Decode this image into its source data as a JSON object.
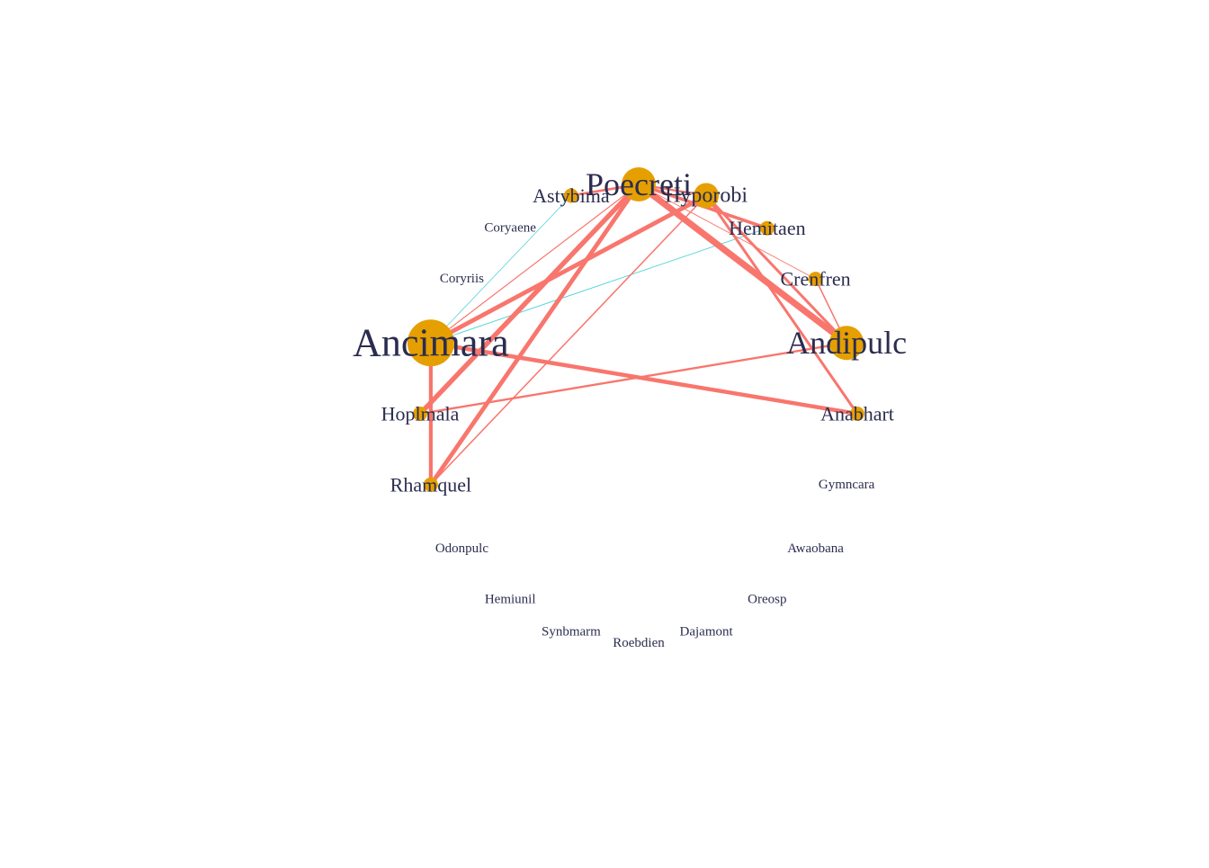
{
  "diagram": {
    "type": "network",
    "layout": "circle",
    "colors": {
      "positive_edge": "#f8766d",
      "negative_edge": "#00bfc4",
      "node": "#e69f00",
      "label": "#2b2d4f",
      "background": "#ffffff"
    },
    "nodes": [
      {
        "id": "Poecreti",
        "label": "Poecreti",
        "size": 4
      },
      {
        "id": "Hyporobi",
        "label": "Hyporobi",
        "size": 3
      },
      {
        "id": "Hemitaen",
        "label": "Hemitaen",
        "size": 2
      },
      {
        "id": "Crenfren",
        "label": "Crenfren",
        "size": 2
      },
      {
        "id": "Andipulc",
        "label": "Andipulc",
        "size": 4
      },
      {
        "id": "Anabhart",
        "label": "Anabhart",
        "size": 2
      },
      {
        "id": "Gymncara",
        "label": "Gymncara",
        "size": 0
      },
      {
        "id": "Awaobana",
        "label": "Awaobana",
        "size": 0
      },
      {
        "id": "Oreosp",
        "label": "Oreosp",
        "size": 0
      },
      {
        "id": "Dajamont",
        "label": "Dajamont",
        "size": 0
      },
      {
        "id": "Roebdien",
        "label": "Roebdien",
        "size": 0
      },
      {
        "id": "Synbmarm",
        "label": "Synbmarm",
        "size": 0
      },
      {
        "id": "Hemiunil",
        "label": "Hemiunil",
        "size": 0
      },
      {
        "id": "Odonpulc",
        "label": "Odonpulc",
        "size": 0
      },
      {
        "id": "Rhamquel",
        "label": "Rhamquel",
        "size": 2
      },
      {
        "id": "Hoplmala",
        "label": "Hoplmala",
        "size": 2
      },
      {
        "id": "Ancimara",
        "label": "Ancimara",
        "size": 5
      },
      {
        "id": "Coryriis",
        "label": "Coryriis",
        "size": 0
      },
      {
        "id": "Coryaene",
        "label": "Coryaene",
        "size": 0
      },
      {
        "id": "Astybima",
        "label": "Astybima",
        "size": 2
      }
    ],
    "edges": [
      {
        "source": "Ancimara",
        "target": "Hyporobi",
        "weight": 3.2,
        "sign": "positive"
      },
      {
        "source": "Ancimara",
        "target": "Poecreti",
        "weight": 0.8,
        "sign": "positive"
      },
      {
        "source": "Ancimara",
        "target": "Anabhart",
        "weight": 3.0,
        "sign": "positive"
      },
      {
        "source": "Ancimara",
        "target": "Rhamquel",
        "weight": 2.8,
        "sign": "positive"
      },
      {
        "source": "Ancimara",
        "target": "Hemitaen",
        "weight": 0.6,
        "sign": "negative"
      },
      {
        "source": "Ancimara",
        "target": "Astybima",
        "weight": 0.5,
        "sign": "negative"
      },
      {
        "source": "Poecreti",
        "target": "Hoplmala",
        "weight": 3.6,
        "sign": "positive"
      },
      {
        "source": "Poecreti",
        "target": "Rhamquel",
        "weight": 3.2,
        "sign": "positive"
      },
      {
        "source": "Poecreti",
        "target": "Andipulc",
        "weight": 4.8,
        "sign": "positive"
      },
      {
        "source": "Poecreti",
        "target": "Hemitaen",
        "weight": 2.4,
        "sign": "positive"
      },
      {
        "source": "Poecreti",
        "target": "Crenfren",
        "weight": 0.6,
        "sign": "positive"
      },
      {
        "source": "Poecreti",
        "target": "Astybima",
        "weight": 1.8,
        "sign": "positive"
      },
      {
        "source": "Hyporobi",
        "target": "Rhamquel",
        "weight": 1.0,
        "sign": "positive"
      },
      {
        "source": "Hyporobi",
        "target": "Anabhart",
        "weight": 2.0,
        "sign": "positive"
      },
      {
        "source": "Hyporobi",
        "target": "Andipulc",
        "weight": 2.0,
        "sign": "positive"
      },
      {
        "source": "Hyporobi",
        "target": "Poecreti",
        "weight": 1.5,
        "sign": "positive"
      },
      {
        "source": "Andipulc",
        "target": "Hoplmala",
        "weight": 1.6,
        "sign": "positive"
      },
      {
        "source": "Andipulc",
        "target": "Crenfren",
        "weight": 1.0,
        "sign": "positive"
      }
    ]
  }
}
